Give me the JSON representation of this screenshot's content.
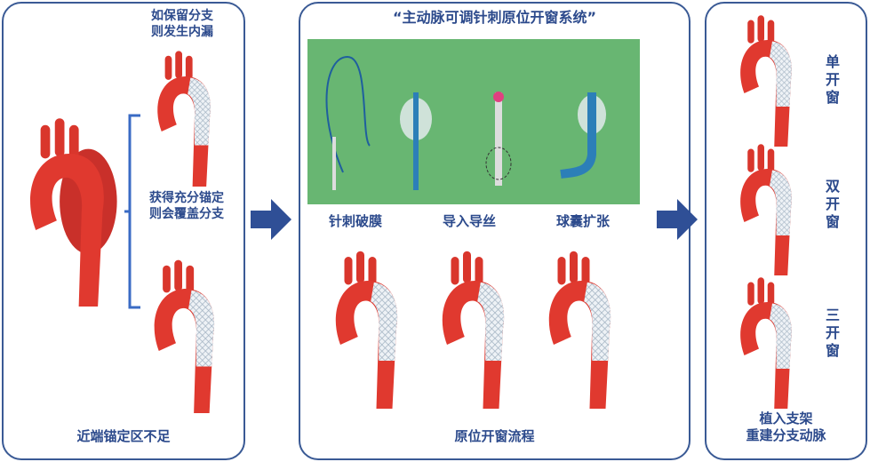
{
  "left_panel": {
    "top_note": [
      "如保留分支",
      "则发生内漏"
    ],
    "bottom_note": [
      "获得充分锚定",
      "则会覆盖分支"
    ],
    "caption": "近端锚定区不足"
  },
  "middle_panel": {
    "title": "“主动脉可调针刺原位开窗系统”",
    "steps": [
      "针刺破膜",
      "导入导丝",
      "球囊扩张"
    ],
    "caption": "原位开窗流程"
  },
  "right_panel": {
    "labels": [
      [
        "单",
        "开",
        "窗"
      ],
      [
        "双",
        "开",
        "窗"
      ],
      [
        "三",
        "开",
        "窗"
      ]
    ],
    "caption": [
      "植入支架",
      "重建分支动脉"
    ]
  },
  "colors": {
    "text": "#2c4a8c",
    "border": "#3a5a95",
    "green": "#68b672",
    "artery": "#e0392f",
    "arrow": "#2f4f96"
  }
}
